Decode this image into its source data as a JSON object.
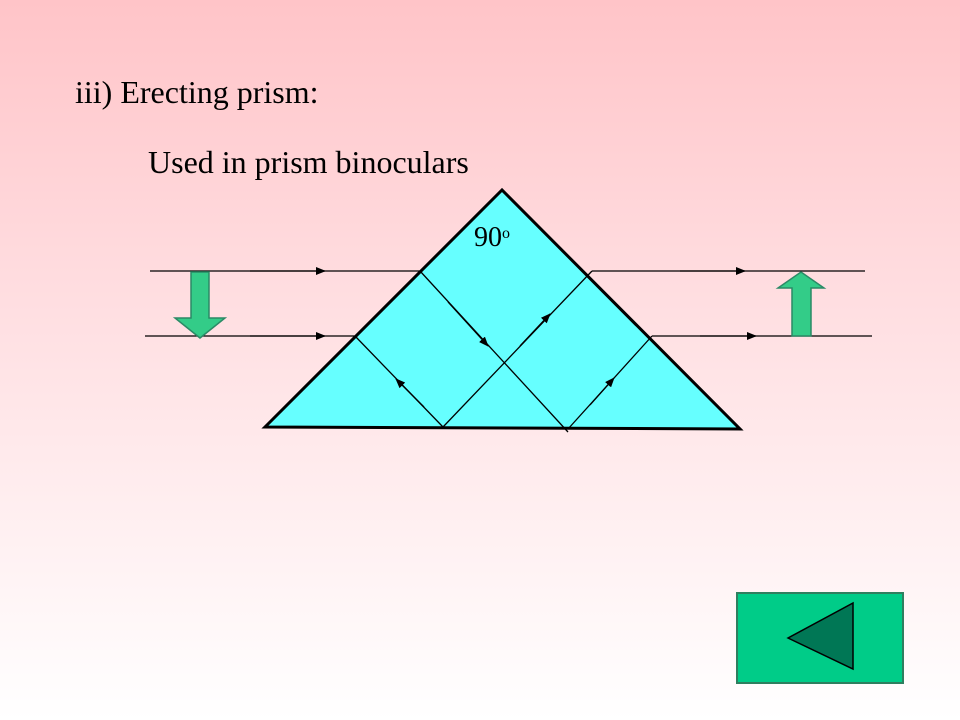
{
  "heading": "iii) Erecting prism:",
  "subheading": "Used in prism binoculars",
  "diagram": {
    "apex_angle_value": "90",
    "apex_angle_unit": "o",
    "prism_color": "#66ffff",
    "object_arrow_color": "#33cc88",
    "ray_color": "#000000"
  },
  "navigation": {
    "back_icon": "triangle-left-icon",
    "button_color": "#00cc88",
    "icon_color": "#007755"
  }
}
